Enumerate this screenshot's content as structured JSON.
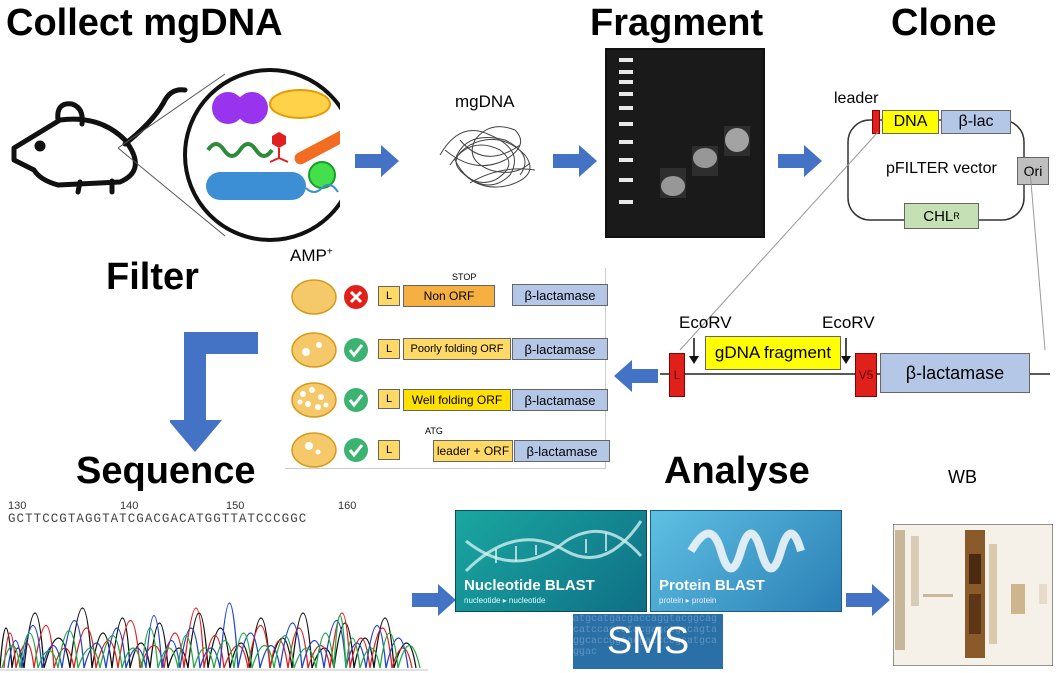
{
  "steps": {
    "collect": "Collect mgDNA",
    "fragment": "Fragment",
    "clone": "Clone",
    "filter": "Filter",
    "sequence": "Sequence",
    "analyse": "Analyse"
  },
  "labels": {
    "mgdna": "mgDNA",
    "amp": "AMP",
    "amp_sup": "+",
    "wb": "WB",
    "leader": "leader",
    "stop": "STOP",
    "atg": "ATG"
  },
  "vector": {
    "dna": "DNA",
    "blac": "β-lac",
    "name": "pFILTER vector",
    "ori": "Ori",
    "chl": "CHL",
    "chl_sup": "R"
  },
  "construct": {
    "ecorv_left": "EcoRV",
    "ecorv_right": "EcoRV",
    "l": "L",
    "gdna": "gDNA fragment",
    "v5": "V5",
    "blactamase": "β-lactamase"
  },
  "filter_rows": [
    {
      "status": "rejected",
      "l": "L",
      "orf": "Non ORF",
      "bla": "β-lactamase"
    },
    {
      "status": "accepted",
      "l": "L",
      "orf": "Poorly folding ORF",
      "bla": "β-lactamase"
    },
    {
      "status": "accepted",
      "l": "L",
      "orf": "Well folding ORF",
      "bla": "β-lactamase"
    },
    {
      "status": "accepted",
      "l": "L",
      "orf": "leader + ORF",
      "bla": "β-lactamase"
    }
  ],
  "sequence": {
    "ticks": [
      "130",
      "140",
      "150",
      "160"
    ],
    "bases": "GCTTCCGTAGGTATCGACGACATGGTTATCCCGGC"
  },
  "tools": {
    "nucleotide": "Nucleotide BLAST",
    "nucleotide_sub": "nucleotide ▸ nucleotide",
    "protein": "Protein BLAST",
    "protein_sub": "protein ▸ protein",
    "sms": "SMS"
  },
  "colors": {
    "arrow": "#4472c4",
    "dna_box": "#ffff00",
    "blac_box": "#b4c7e7",
    "chl_box": "#c5e0b4",
    "leader_red": "#e0201b",
    "cell": "#f5c96a",
    "check": "#3cb371",
    "cross": "#e0201b"
  }
}
